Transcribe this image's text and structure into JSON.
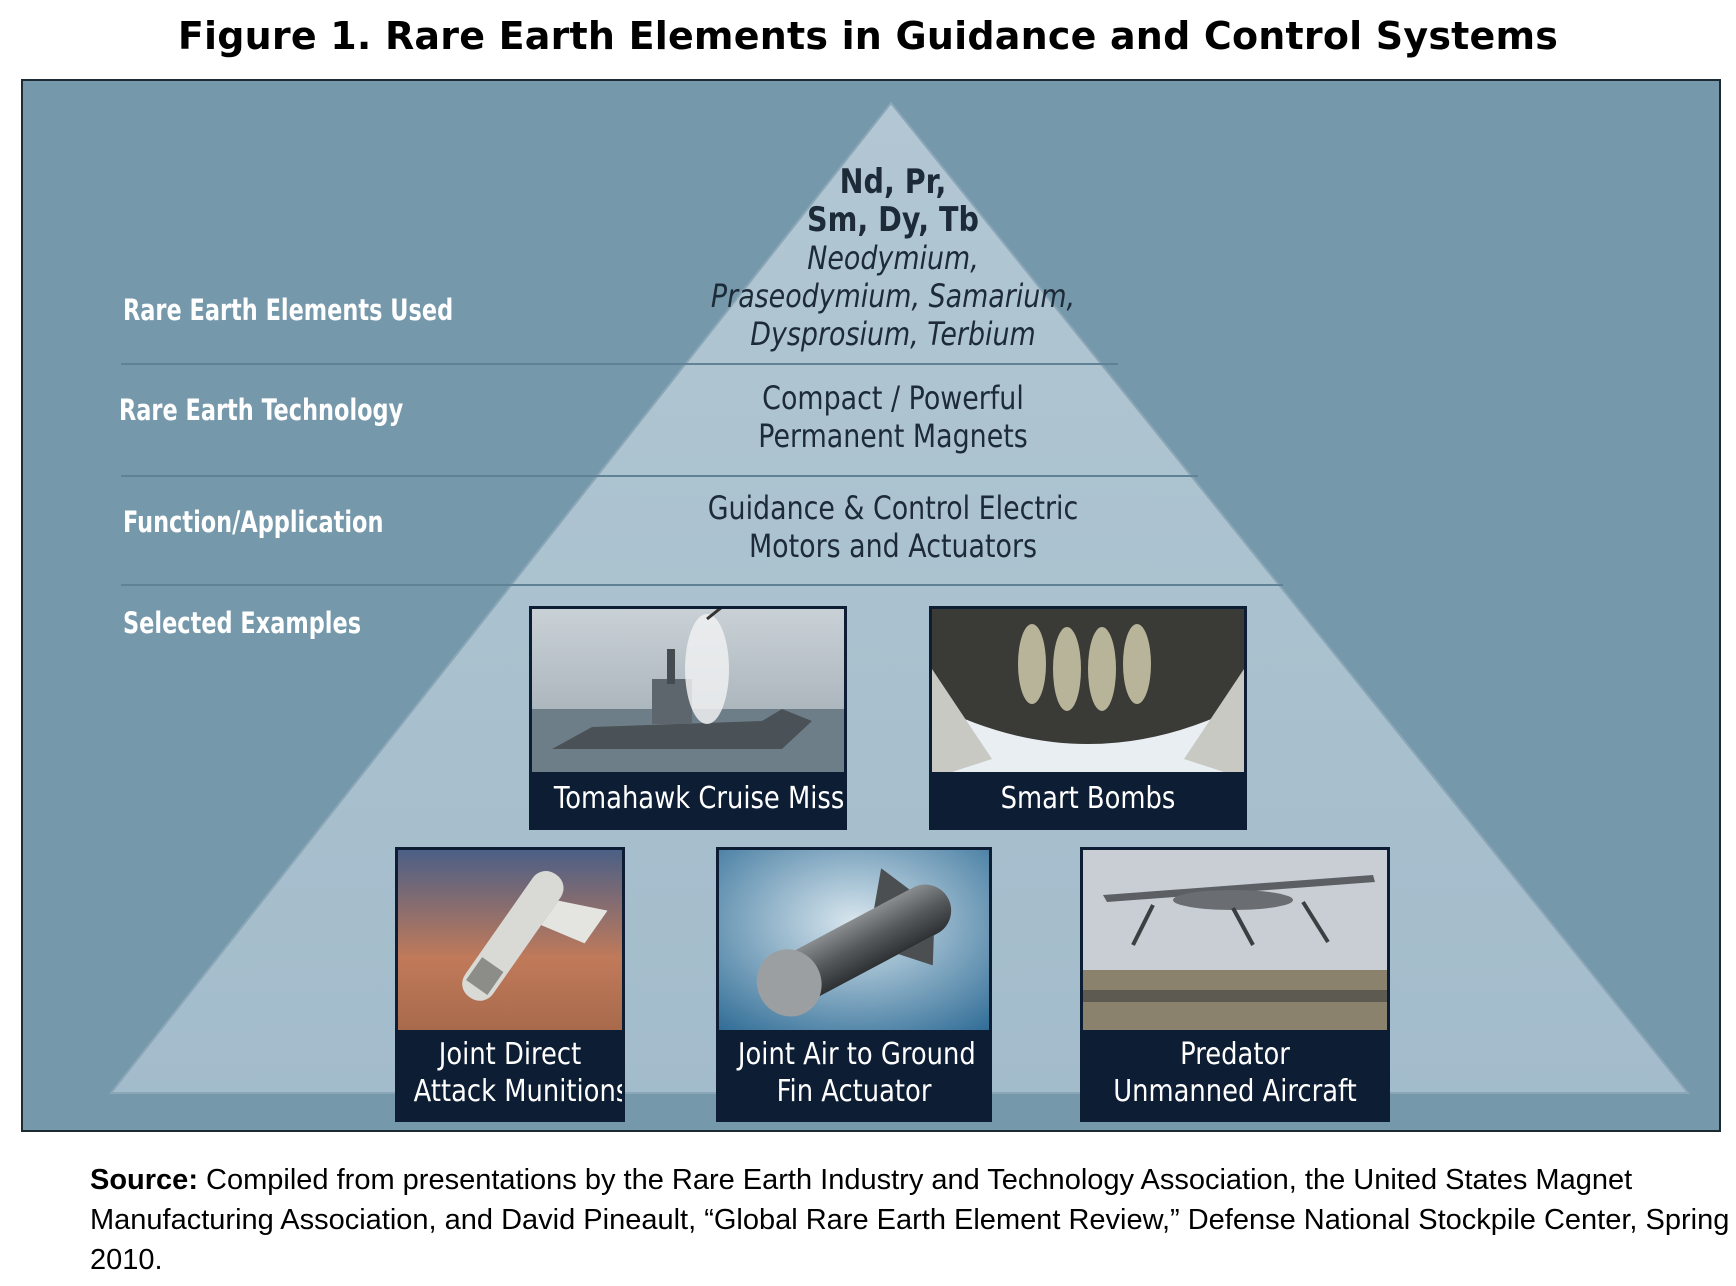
{
  "figure_title": "Figure 1. Rare Earth Elements in Guidance and Control Systems",
  "levels": [
    {
      "label": "Rare Earth Elements Used"
    },
    {
      "label": "Rare Earth Technology"
    },
    {
      "label": "Function/Application"
    },
    {
      "label": "Selected Examples"
    }
  ],
  "apex": {
    "symbols_line1": "Nd, Pr,",
    "symbols_line2": "Sm, Dy, Tb",
    "names_line1": "Neodymium,",
    "names_line2": "Praseodymium, Samarium,",
    "names_line3": "Dysprosium, Terbium"
  },
  "technology": {
    "line1": "Compact / Powerful",
    "line2": "Permanent Magnets"
  },
  "function": {
    "line1": "Guidance & Control Electric",
    "line2": "Motors and Actuators"
  },
  "examples": [
    {
      "line1": "Tomahawk Cruise Missile",
      "line2": ""
    },
    {
      "line1": "Smart Bombs",
      "line2": ""
    },
    {
      "line1": "Joint Direct",
      "line2": "Attack Munitions"
    },
    {
      "line1": "Joint Air to Ground",
      "line2": "Fin Actuator"
    },
    {
      "line1": "Predator",
      "line2": "Unmanned Aircraft"
    }
  ],
  "source": {
    "label": "Source:",
    "text": "Compiled from presentations by the Rare Earth Industry and Technology Association, the United States Magnet Manufacturing Association, and David Pineault, “Global Rare Earth Element Review,” Defense National Stockpile Center, Spring 2010."
  },
  "colors": {
    "background_panel": "#7598ab",
    "pyramid_fill": "#a9c0cd",
    "caption_bar": "#0d1d33",
    "label_text": "#ffffff"
  }
}
